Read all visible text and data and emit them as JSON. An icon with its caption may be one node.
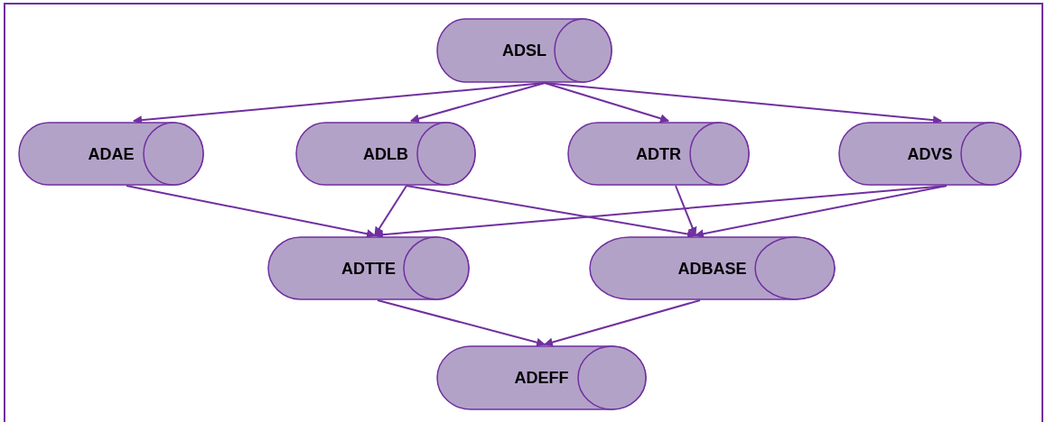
{
  "diagram": {
    "nodes": [
      {
        "text": [
          "ADSL"
        ]
      },
      {
        "text": [
          "ADAE"
        ]
      },
      {
        "text": [
          "ADLB"
        ]
      },
      {
        "text": [
          "ADTR"
        ]
      },
      {
        "text": [
          "ADVS"
        ]
      },
      {
        "text": [
          "ADTTE"
        ]
      },
      {
        "text": [
          "ADBASE"
        ]
      },
      {
        "text": [
          "ADEFF"
        ]
      }
    ],
    "edges": [
      {
        "from": 0,
        "to": 1,
        "arrow": "to"
      },
      {
        "from": 0,
        "to": 2,
        "arrow": "to"
      },
      {
        "from": 0,
        "to": 3,
        "arrow": "to"
      },
      {
        "from": 0,
        "to": 4,
        "arrow": "to"
      },
      {
        "from": 1,
        "to": 5,
        "arrow": "to"
      },
      {
        "from": 2,
        "to": 5,
        "arrow": "to"
      },
      {
        "from": 2,
        "to": 6,
        "arrow": "to"
      },
      {
        "from": 3,
        "to": 6,
        "arrow": "to"
      },
      {
        "from": 4,
        "to": 5,
        "arrow": "to"
      },
      {
        "from": 4,
        "to": 6,
        "arrow": "to"
      },
      {
        "from": 5,
        "to": 7,
        "arrow": "to"
      },
      {
        "from": 6,
        "to": 7,
        "arrow": "to"
      }
    ]
  }
}
